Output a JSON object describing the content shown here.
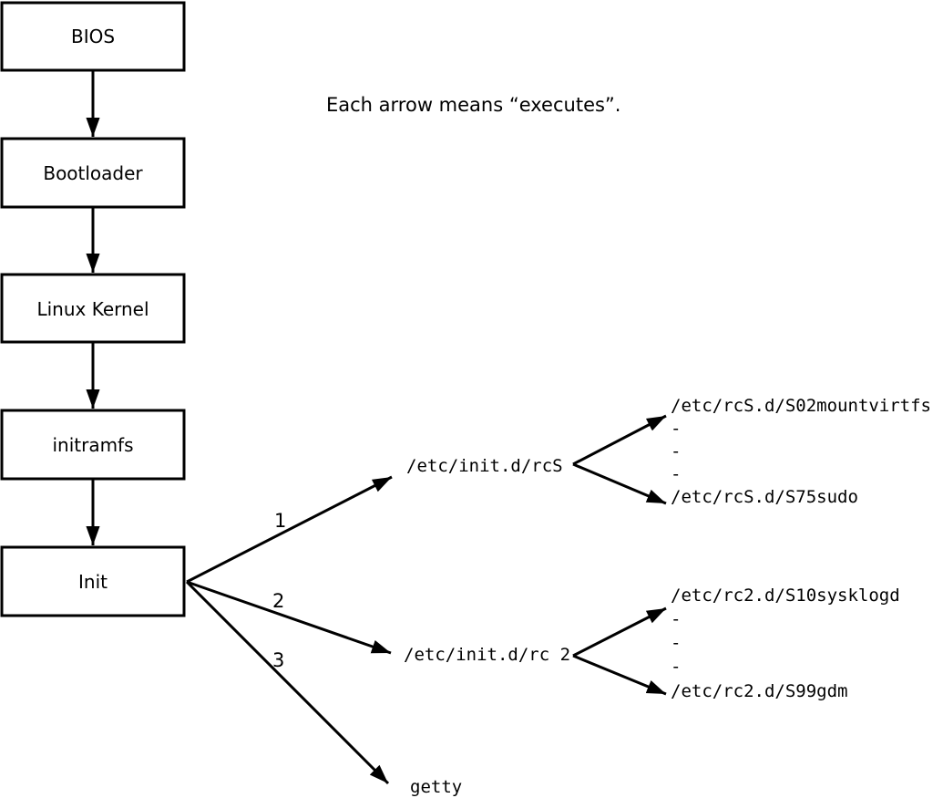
{
  "diagram": {
    "annotation": "Each arrow means “executes”.",
    "chain": [
      {
        "label": "BIOS"
      },
      {
        "label": "Bootloader"
      },
      {
        "label": "Linux Kernel"
      },
      {
        "label": "initramfs"
      },
      {
        "label": "Init"
      }
    ],
    "init_branches": [
      {
        "label": "1",
        "target": "/etc/init.d/rcS"
      },
      {
        "label": "2",
        "target": "/etc/init.d/rc 2"
      },
      {
        "label": "3",
        "target": "getty"
      }
    ],
    "rcS_list": [
      "/etc/rcS.d/S02mountvirtfs",
      "-",
      "-",
      "-",
      "/etc/rcS.d/S75sudo"
    ],
    "rc2_list": [
      "/etc/rc2.d/S10sysklogd",
      "-",
      "-",
      "-",
      "/etc/rc2.d/S99gdm"
    ],
    "colors": {
      "line": "#000000",
      "background": "#ffffff"
    }
  }
}
